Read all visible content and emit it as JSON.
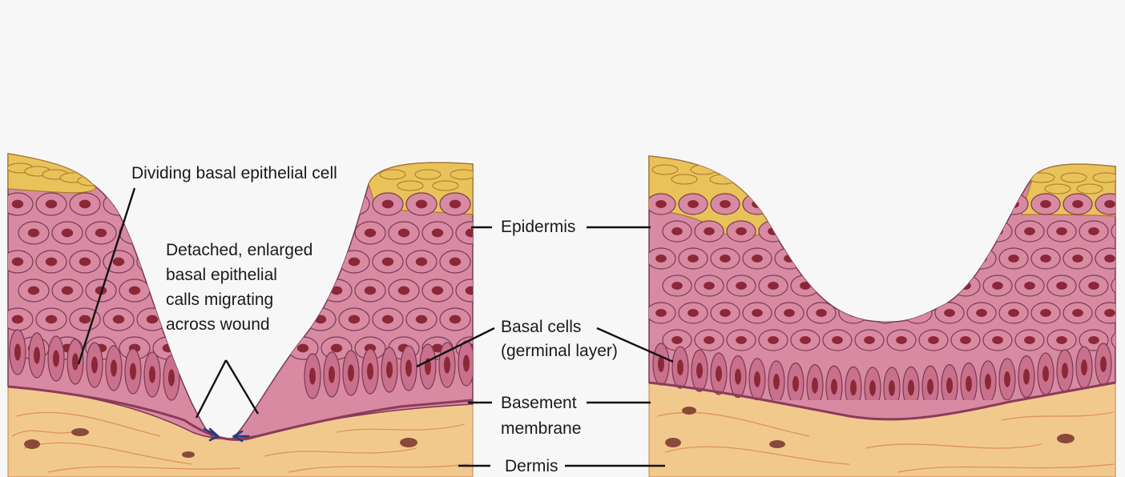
{
  "colors": {
    "background": "#f7f7f7",
    "dermis": "#f2c98c",
    "dermis_fiber": "#d98a52",
    "dermis_cell": "#8a4a3a",
    "basement_membrane": "#8c3a5a",
    "basal_cell": "#c9708c",
    "spinous_cell": "#d88aa3",
    "cell_outline": "#7a3a52",
    "nucleus": "#8a2838",
    "keratin_layer": "#e9c25a",
    "keratin_outline": "#a8782a",
    "line": "#111111",
    "arrow": "#2a3a7a"
  },
  "icons": {
    "migration_arrow": "arrow-icon"
  },
  "labels": {
    "dividing_cell": "Dividing basal epithelial cell",
    "detached_cells": [
      "Detached, enlarged",
      "basal epithelial",
      "calls migrating",
      "across wound"
    ],
    "epidermis": "Epidermis",
    "basal_cells": [
      "Basal cells",
      "(germinal layer)"
    ],
    "basement_membrane": [
      "Basement",
      "membrane"
    ],
    "dermis": "Dermis"
  }
}
